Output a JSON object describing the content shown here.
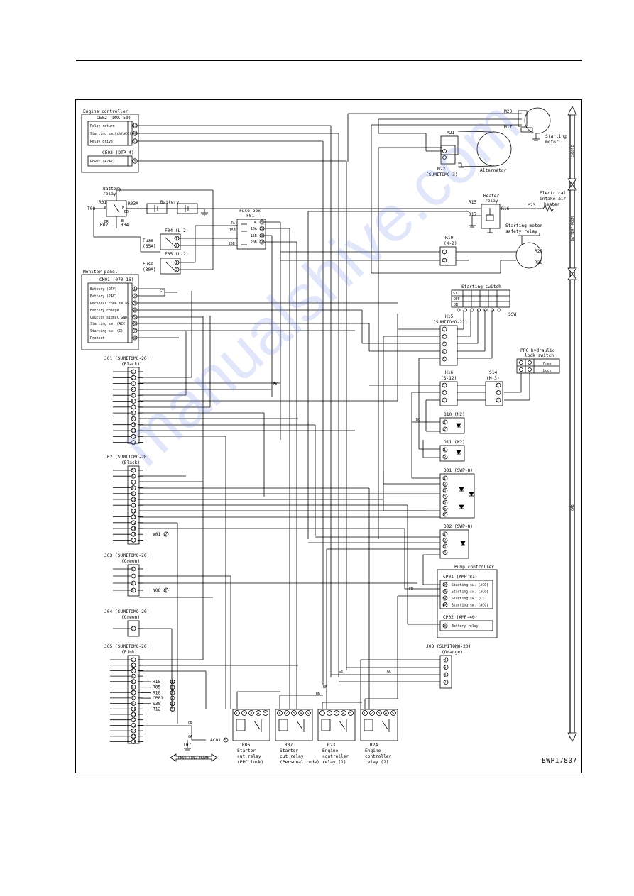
{
  "watermark": "manualshive.com",
  "figure_id": "BWP17807",
  "engine_controller": {
    "title": "Engine controller",
    "ce02": "CE02 (DRC-50)",
    "ce02_rows": [
      "Relay return",
      "Starting switch(ACC)",
      "Relay drive"
    ],
    "ce02_pins": [
      "13",
      "40",
      "53"
    ],
    "ce03": "CE03 (DTP-4)",
    "ce03_rows": [
      "Power (+24V)"
    ],
    "ce03_pins": [
      "3"
    ]
  },
  "battery_relay": {
    "title1": "Battery",
    "title2": "relay",
    "r01": "R01",
    "r02": "R02",
    "r03a": "R03A",
    "r04": "R04",
    "t08": "T08",
    "m": "M",
    "b": "B",
    "e": "E",
    "br": "BR",
    "bb": "BB"
  },
  "battery": {
    "label": "Battery"
  },
  "fuses": {
    "f04": "F04 (L-2)",
    "f04_name": "Fuse",
    "f04_rating": "(65A)",
    "f05": "F05 (L-2)",
    "f05_name": "Fuse",
    "f05_rating": "(30A)"
  },
  "fuse_box": {
    "title": "Fuse box",
    "id": "F01",
    "left": [
      "7A",
      "15B",
      "20B"
    ],
    "right": [
      "1A",
      "10A",
      "15B",
      "20B"
    ],
    "pins": [
      "3",
      "6",
      "8",
      "9"
    ]
  },
  "monitor_panel": {
    "title": "Monitor panel",
    "cm01": "CM01 (070-16)",
    "rows": [
      "Battery (24V)",
      "Battery (24V)",
      "Personal code relay",
      "Battery charge",
      "Caution signal GND",
      "Starting sw. (ACC)",
      "Starting sw. (C)",
      "Preheat"
    ],
    "pins": [
      "1",
      "2",
      "3",
      "4",
      "5",
      "6",
      "7",
      "8"
    ],
    "tag": "G7"
  },
  "j01": {
    "title": "J01 (SUMITOMO-20)",
    "color": "(Black)",
    "pins": [
      "1",
      "2",
      "3",
      "4",
      "5",
      "6",
      "7",
      "8",
      "9",
      "10",
      "11",
      "12",
      "13"
    ]
  },
  "j02": {
    "title": "J02 (SUMITOMO-20)",
    "color": "(Black)",
    "pins": [
      "5",
      "6",
      "7",
      "8",
      "9",
      "10",
      "11",
      "12",
      "13",
      "14",
      "15",
      "16",
      "17"
    ],
    "v01": "V01",
    "v01_pin": "2"
  },
  "j03": {
    "title": "J03 (SUMITOMO-20)",
    "color": "(Green)",
    "pins": [
      "6",
      "7",
      "8",
      "9"
    ],
    "n08": "N08",
    "n08_pin": "2"
  },
  "j04": {
    "title": "J04 (SUMITOMO-20)",
    "color": "(Green)",
    "pins": [
      "1"
    ]
  },
  "j05": {
    "title": "J05 (SUMITOMO-20)",
    "color": "(Pink)",
    "pins": [
      "1",
      "2",
      "3",
      "4",
      "5",
      "6",
      "7",
      "8",
      "9",
      "10",
      "11",
      "12",
      "13",
      "14",
      "15",
      "16"
    ],
    "refs": [
      "H15",
      "R05",
      "R10",
      "CP01",
      "S30",
      "R12"
    ],
    "ref_pins": [
      "12",
      "3",
      "3",
      "2",
      "5",
      "3"
    ],
    "t07": "T07",
    "ac01": "AC01",
    "ac01_pin": "5",
    "gr": "GR",
    "ga": "GA"
  },
  "revolving": "REVOLVING FRAME",
  "m20": "M20",
  "m17": "M17",
  "m21": "M21",
  "m22": "M22",
  "m22_type": "(SUMITOMO-3)",
  "starting_motor": [
    "Starting",
    "motor"
  ],
  "alternator": "Alternator",
  "heater_relay": {
    "title": [
      "Heater",
      "relay"
    ],
    "r15": "R15",
    "r17": "R17",
    "r16": "R16"
  },
  "m23": "M23",
  "intake_heater": [
    "Electrical",
    "intake air",
    "heater"
  ],
  "safety_relay": {
    "title": [
      "Starting motor",
      "safety relay"
    ],
    "r19": "R19",
    "r19_type": "(X-2)",
    "r29": "R29",
    "r28": "R28"
  },
  "starting_switch": {
    "title": "Starting switch",
    "ssw": "SSW",
    "rows": [
      "OFF",
      "ON",
      "ST"
    ]
  },
  "h15": {
    "title": "H15",
    "type": "(SUMITOMO-22)",
    "pins": [
      "1",
      "2",
      "3",
      "4",
      "5"
    ]
  },
  "ppc_switch": {
    "title": [
      "PPC hydraulic",
      "lock switch"
    ],
    "free": "Free",
    "lock": "Lock"
  },
  "h16": {
    "title": "H16",
    "type": "(S-12)",
    "pins": [
      "1",
      "2",
      "3"
    ]
  },
  "s14": {
    "title": "S14",
    "type": "(M-3)",
    "pins": [
      "1",
      "2",
      "3"
    ]
  },
  "d10": "D10 (M2)",
  "d11": "D11 (M2)",
  "d01": "D01 (SWP-8)",
  "d02": "D02 (SWP-8)",
  "pump_controller": {
    "title": "Pump controller",
    "cp01": "CP01 (AMP-81)",
    "rows": [
      "Starting sw. (ACC)",
      "Starting sw. (ACC)",
      "Starting sw. (C)",
      "Starting sw. (ACC)"
    ],
    "pins": [
      "20",
      "30",
      "50",
      "60"
    ],
    "cp02": "CP02 (AMP-40)",
    "cp02_row": "Battery relay",
    "cp02_pin": "20"
  },
  "j08": {
    "title": "J08 (SUMITOMO-20)",
    "color": "(Orange)",
    "pins": [
      "4",
      "5",
      "6",
      "7"
    ]
  },
  "relays": [
    {
      "id": "R06",
      "l1": "Starter",
      "l2": "cut relay",
      "l3": "(PPC lock)"
    },
    {
      "id": "R07",
      "l1": "Starter",
      "l2": "cut relay",
      "l3": "(Personal code)"
    },
    {
      "id": "R23",
      "l1": "Engine",
      "l2": "controller",
      "l3": "relay (1)"
    },
    {
      "id": "R24",
      "l1": "Engine",
      "l2": "controller",
      "l3": "relay (2)"
    }
  ],
  "zones": {
    "engine": "ENGINE",
    "battery_room": "BATTERY ROOM",
    "cab": "CAB"
  },
  "wire_tags": {
    "bk": "BK",
    "bc": "BC",
    "gc": "GC",
    "gb": "GB",
    "bf": "BF",
    "bd": "BD",
    "fn": "FN"
  }
}
